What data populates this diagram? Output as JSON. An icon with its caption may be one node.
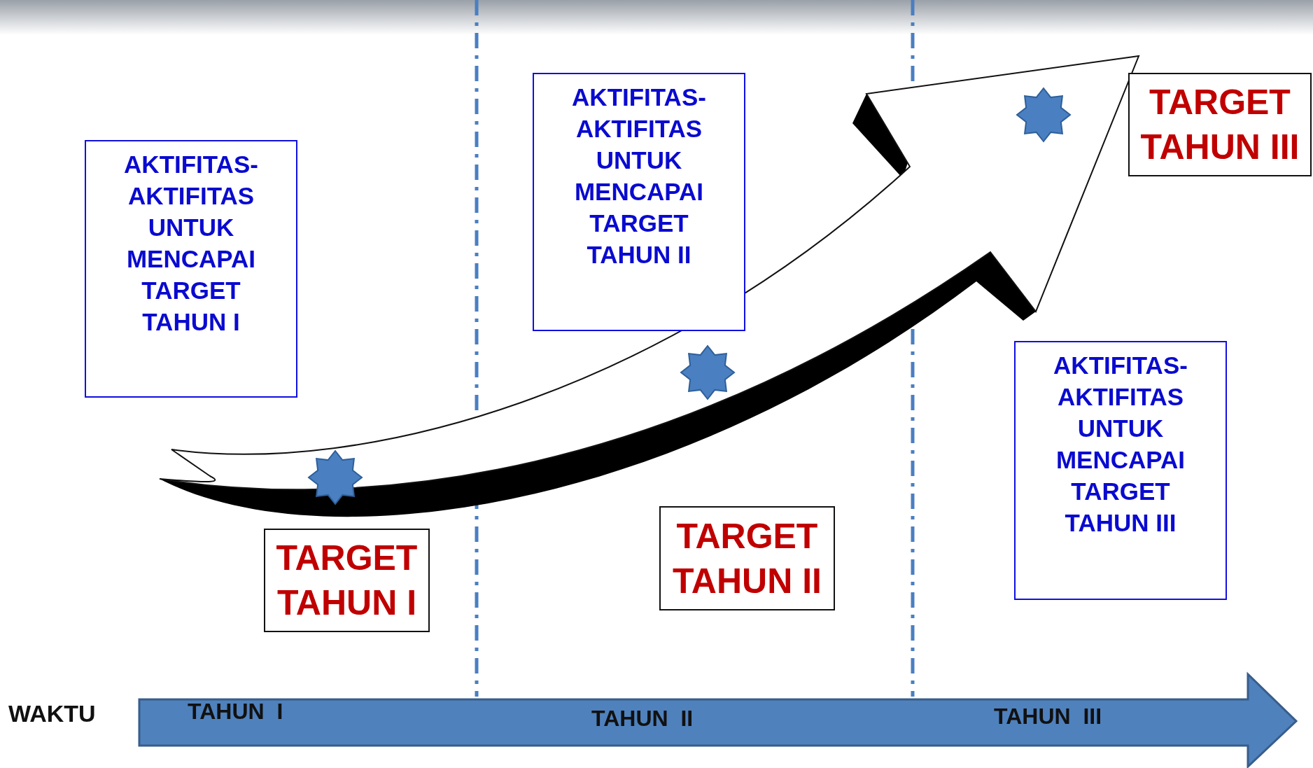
{
  "diagram": {
    "nodes": [
      {
        "text": [
          "AKTIFITAS-AKTIFITAS UNTUK MENCAPAI TARGET TAHUN I"
        ]
      },
      {
        "text": [
          "TARGET TAHUN I"
        ]
      },
      {
        "text": [
          "AKTIFITAS-AKTIFITAS UNTUK MENCAPAI TARGET TAHUN II"
        ]
      },
      {
        "text": [
          "TARGET TAHUN II"
        ]
      },
      {
        "text": [
          "TARGET TAHUN III"
        ]
      },
      {
        "text": [
          "AKTIFITAS-AKTIFITAS UNTUK MENCAPAI TARGET TAHUN III"
        ]
      }
    ],
    "labels": [
      "WAKTU",
      "TAHUN  I",
      "TAHUN  II",
      "TAHUN  III"
    ]
  }
}
